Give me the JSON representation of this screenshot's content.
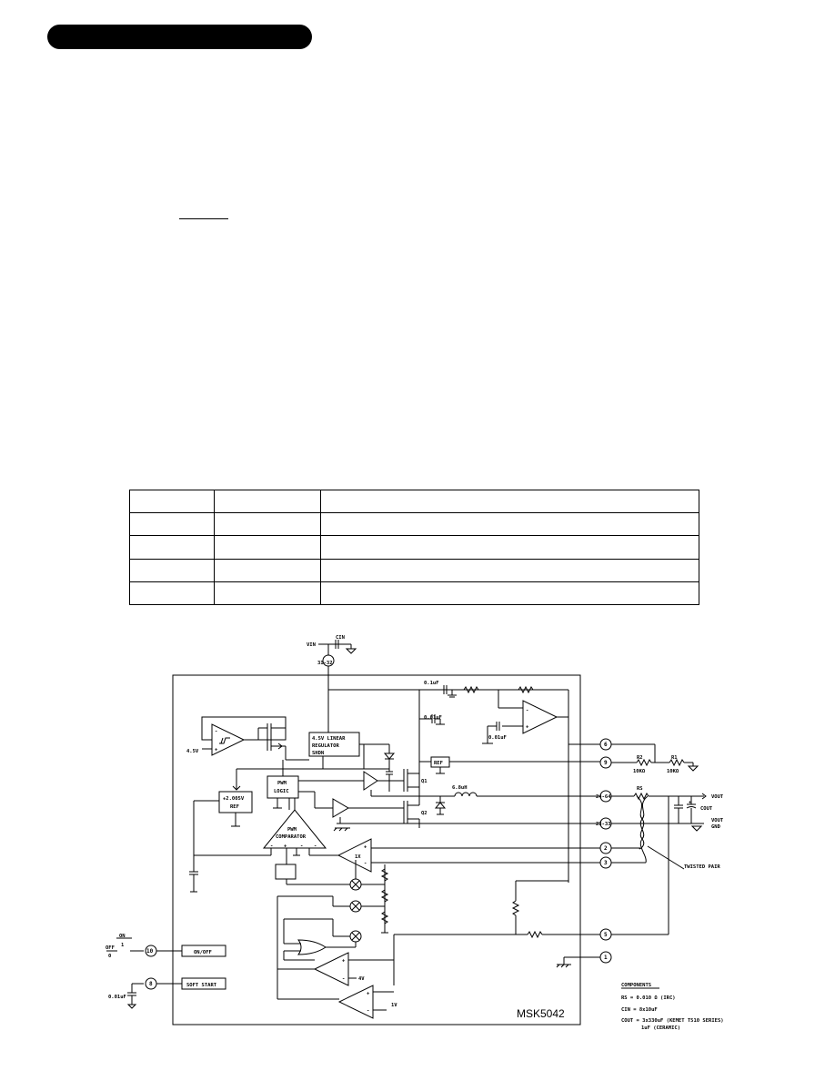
{
  "pin_table": {
    "rows": [
      [
        "",
        "",
        ""
      ],
      [
        "",
        "",
        ""
      ],
      [
        "",
        "",
        ""
      ],
      [
        "",
        "",
        ""
      ],
      [
        "",
        "",
        ""
      ]
    ]
  },
  "schematic": {
    "vin": "VIN",
    "cin_top": "CIN",
    "pins_vin": "31-32",
    "cap_01uf": "0.1uF",
    "cap_001uf_a": "0.01uF",
    "cap_001uf_b": "0.01uF",
    "v45": "4.5V",
    "linreg_1": "4.5V LINEAR",
    "linreg_2": "REGULATOR",
    "linreg_3": "SHDN",
    "ref": "REF",
    "q1": "Q1",
    "q2": "Q2",
    "inductor": "6.8uH",
    "pwm_logic_1": "PWM",
    "pwm_logic_2": "LOGIC",
    "vref_1": "+2.005V",
    "vref_2": "REF",
    "pwm_comp_1": "PWM",
    "pwm_comp_2": "COMPARATOR",
    "amp_1x": "1X",
    "pin_6": "6",
    "pin_9": "9",
    "pin_pwr": "24-64",
    "pin_gnd": "23-33",
    "pin_2": "2",
    "pin_3": "3",
    "pin_5": "5",
    "pin_1": "1",
    "pin_10": "10",
    "pin_8": "8",
    "r2": "R2",
    "r2_val": "10KΩ",
    "r1": "R1",
    "r1_val": "10KΩ",
    "rs": "RS",
    "vout": "VOUT",
    "cout": "COUT",
    "vout_gnd_1": "VOUT",
    "vout_gnd_2": "GND",
    "twisted_pair": "TWISTED PAIR",
    "on": "ON",
    "one": "1",
    "off": "OFF",
    "zero": "0",
    "on_off": "ON/OFF",
    "soft_start": "SOFT START",
    "ss_cap": "0.01uF",
    "v4": "4V",
    "v1": "1V",
    "model": "MSK5042"
  },
  "components": {
    "title": "COMPONENTS",
    "rs": "RS = 0.010 Ω (IRC)",
    "cin": "CIN = 8x10uF",
    "cout_1": "COUT = 3x330uF (KEMET T510 SERIES)",
    "cout_2": "1uF (CERAMIC)"
  }
}
